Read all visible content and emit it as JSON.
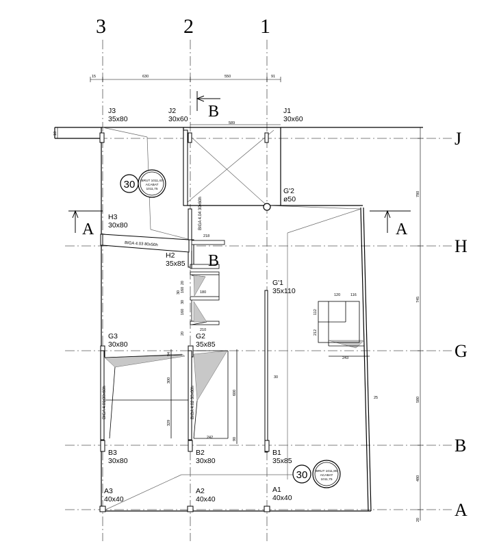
{
  "axes": {
    "vertical": [
      "3",
      "2",
      "1"
    ],
    "horizontal": [
      "J",
      "H",
      "G",
      "B",
      "A"
    ]
  },
  "top_dims": [
    "15",
    "630",
    "550",
    "91"
  ],
  "top_small": "589",
  "columns": [
    {
      "id": "J3",
      "size": "35x80"
    },
    {
      "id": "J2",
      "size": "30x60"
    },
    {
      "id": "J1",
      "size": "30x60"
    },
    {
      "id": "G'2",
      "size": "ø50"
    },
    {
      "id": "H3",
      "size": "30x80"
    },
    {
      "id": "H2",
      "size": "35x85"
    },
    {
      "id": "G'1",
      "size": "35x110"
    },
    {
      "id": "G3",
      "size": "30x80"
    },
    {
      "id": "G2",
      "size": "35x85"
    },
    {
      "id": "B3",
      "size": "30x80"
    },
    {
      "id": "B2",
      "size": "30x80"
    },
    {
      "id": "B1",
      "size": "35x85"
    },
    {
      "id": "A3",
      "size": "40x40"
    },
    {
      "id": "A2",
      "size": "40x40"
    },
    {
      "id": "A1",
      "size": "40x40"
    }
  ],
  "slabs": [
    {
      "thickness": "30",
      "brut": "BRUT 1011,40",
      "acabat_label": "ACABAT",
      "acabat": "1011,75"
    },
    {
      "thickness": "30",
      "brut": "BRUT 1011,85",
      "acabat_label": "ACABAT",
      "acabat": "1011,75"
    }
  ],
  "beams": {
    "b403": "BIGA 4.03 80x50h",
    "b404": "BIGA 4.04 30x60h",
    "b401": "BIGA 4.01 30x60h",
    "b402": "BIGA 4.02 30x60h"
  },
  "sections": {
    "A": "A",
    "B": "B"
  },
  "right_dims": [
    "10",
    "780",
    "745",
    "580",
    "480",
    "20"
  ],
  "inner_dims": [
    "218",
    "20",
    "30",
    "160",
    "30",
    "180",
    "160",
    "210",
    "20",
    "94",
    "300",
    "329",
    "242",
    "600",
    "90",
    "30",
    "120",
    "116",
    "112",
    "212",
    "243",
    "25"
  ]
}
